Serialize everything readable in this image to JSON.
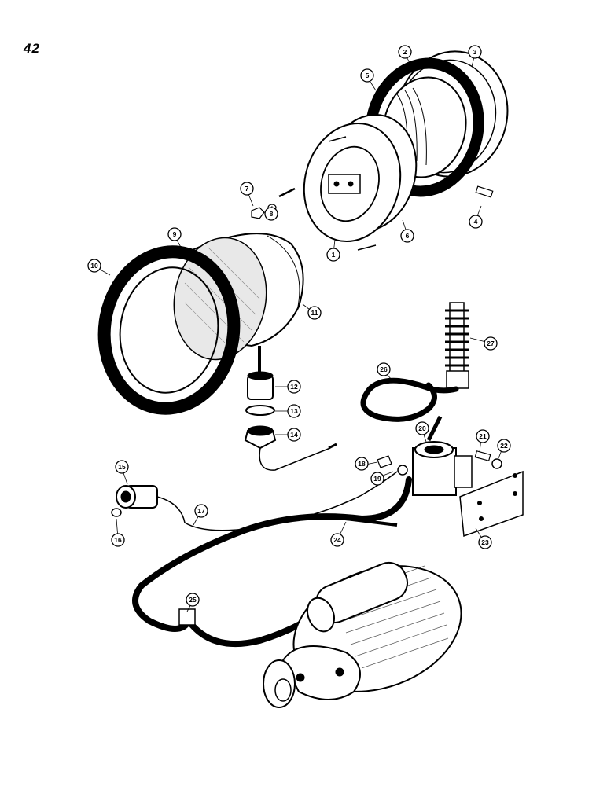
{
  "page_number": "42",
  "colors": {
    "ink": "#000000",
    "paper": "#ffffff",
    "shade": "#bfbfbf"
  },
  "callouts": [
    {
      "id": "1"
    },
    {
      "id": "2"
    },
    {
      "id": "3"
    },
    {
      "id": "4"
    },
    {
      "id": "5"
    },
    {
      "id": "6"
    },
    {
      "id": "7"
    },
    {
      "id": "8"
    },
    {
      "id": "9"
    },
    {
      "id": "10"
    },
    {
      "id": "11"
    },
    {
      "id": "12"
    },
    {
      "id": "13"
    },
    {
      "id": "14"
    },
    {
      "id": "15"
    },
    {
      "id": "16"
    },
    {
      "id": "17"
    },
    {
      "id": "18"
    },
    {
      "id": "19"
    },
    {
      "id": "20"
    },
    {
      "id": "21"
    },
    {
      "id": "22"
    },
    {
      "id": "23"
    },
    {
      "id": "24"
    },
    {
      "id": "25"
    },
    {
      "id": "26"
    },
    {
      "id": "27"
    }
  ]
}
